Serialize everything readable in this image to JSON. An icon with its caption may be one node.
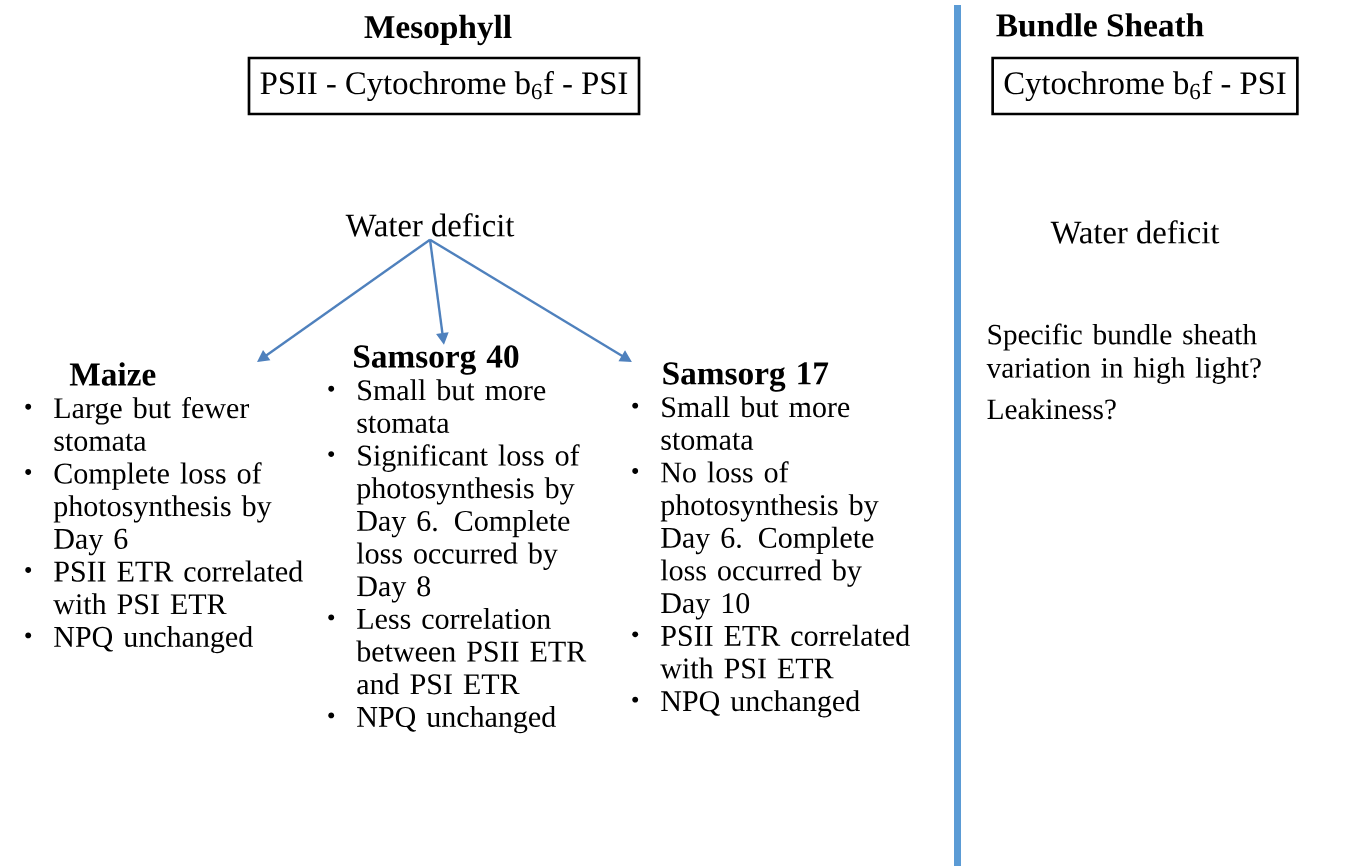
{
  "diagram": {
    "nodes": [
      {
        "text": [
          "PSII - Cytochrome b$_{6}$f - PSI"
        ]
      },
      {
        "text": [
          "Water deficit"
        ]
      },
      {
        "text": [
          "Maize",
          "Large but fewer stomata",
          "Complete loss of photosynthesis by Day 6",
          "PSII ETR correlated with PSI ETR",
          "NPQ unchanged"
        ]
      },
      {
        "text": [
          "Samsorg 40",
          "Small but more stomata",
          "Significant loss of photosynthesis by Day 6. Complete loss occurred by Day 8",
          "Less correlation between PSII ETR and PSI ETR",
          "NPQ unchanged"
        ]
      },
      {
        "text": [
          "Samsorg 17",
          "Small but more stomata",
          "No loss of photosynthesis by Day 6. Complete loss occurred by Day 10",
          "PSII ETR correlated with PSI ETR",
          "NPQ unchanged"
        ]
      },
      {
        "text": [
          "Cytochrome b$_{6}$f - PSI"
        ]
      }
    ],
    "edges": [
      {
        "from": 1,
        "to": 2,
        "arrow": "to"
      },
      {
        "from": 1,
        "to": 3,
        "arrow": "to"
      },
      {
        "from": 1,
        "to": 4,
        "arrow": "to"
      }
    ],
    "labels": [
      "Mesophyll",
      "Bundle Sheath",
      "Water deficit",
      "Specific bundle sheath variation in high light?",
      "Leakiness?"
    ]
  }
}
